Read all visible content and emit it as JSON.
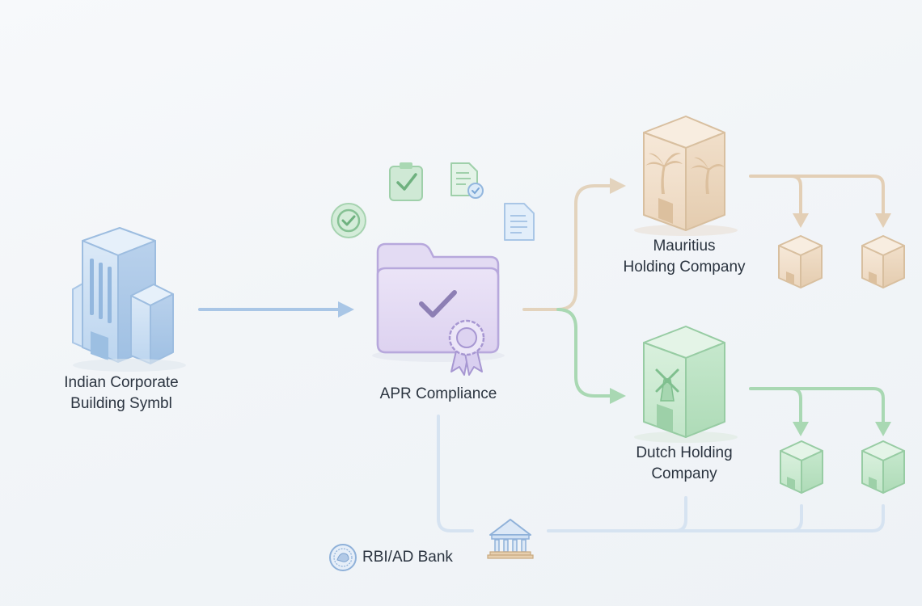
{
  "nodes": {
    "indian": {
      "line1": "Indian Corporate",
      "line2": "Building Symbl"
    },
    "apr": {
      "label": "APR Compliance"
    },
    "mauritius": {
      "line1": "Mauritius",
      "line2": "Holding Company"
    },
    "dutch": {
      "line1": "Dutch Holding",
      "line2": "Company"
    },
    "bank": {
      "label": "RBI/AD Bank"
    }
  },
  "colors": {
    "blue": "#a9c6e6",
    "purple": "#c9bde6",
    "tan": "#e3cfb6",
    "green": "#a9d8b3",
    "bankline": "#d6e3f1"
  }
}
